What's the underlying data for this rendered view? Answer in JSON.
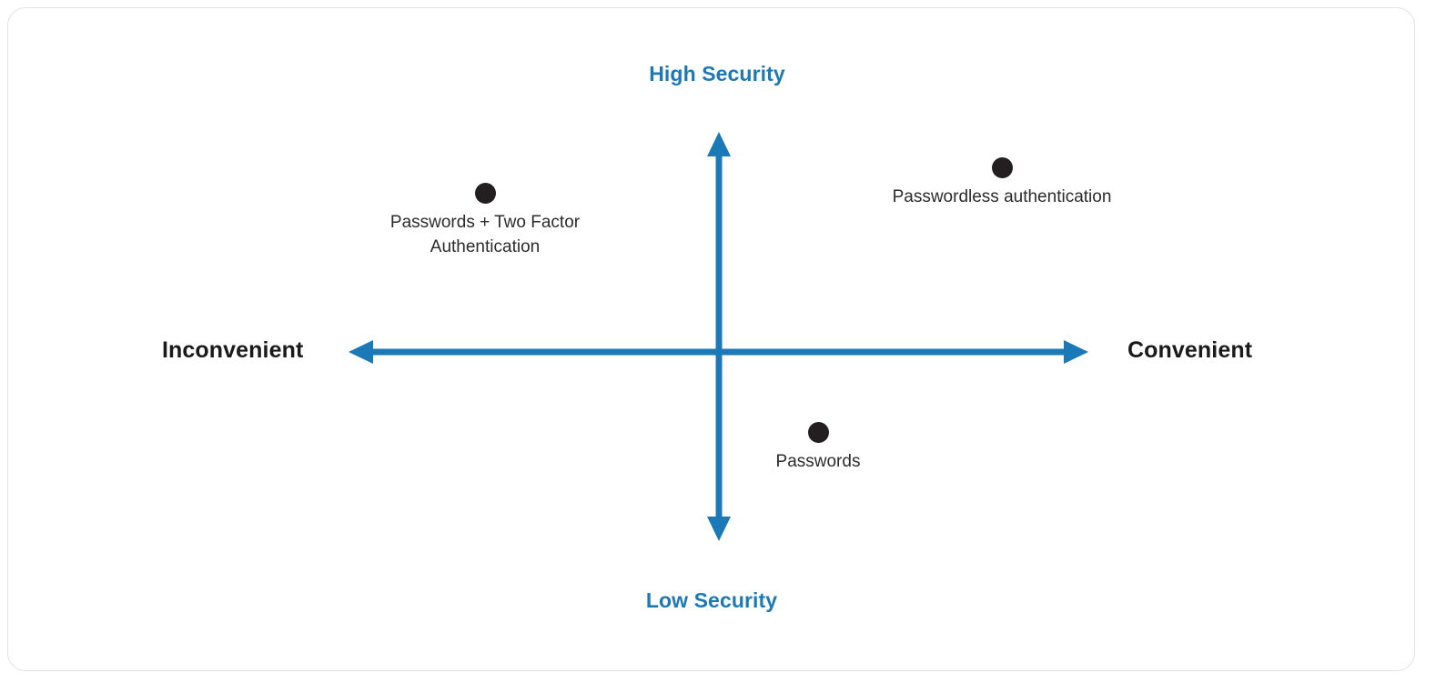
{
  "diagram": {
    "title": "Security vs Convenience quadrant",
    "accent_color": "#1C79B8",
    "point_color": "#231F20",
    "label_color": "#2B2B2B",
    "axis_label_color": "#1A1A1A",
    "border_color": "#e2e2e2",
    "background": "#ffffff"
  },
  "axes": {
    "vertical": {
      "top_label": "High Security",
      "bottom_label": "Low Security"
    },
    "horizontal": {
      "left_label": "Inconvenient",
      "right_label": "Convenient"
    }
  },
  "chart_data": {
    "type": "scatter",
    "title": "",
    "xlabel": "Inconvenient ↔ Convenient",
    "ylabel": "Low Security ↔ High Security",
    "xlim": [
      -1,
      1
    ],
    "ylim": [
      -1,
      1
    ],
    "grid": false,
    "legend": "none",
    "points": [
      {
        "label": "Passwords + Two Factor\nAuthentication",
        "x": -0.64,
        "y": 0.78,
        "quadrant": "high-security / inconvenient"
      },
      {
        "label": "Passwordless authentication",
        "x": 0.76,
        "y": 0.98,
        "quadrant": "high-security / convenient"
      },
      {
        "label": "Passwords",
        "x": 0.27,
        "y": -0.42,
        "quadrant": "low-security / convenient"
      }
    ],
    "annotations": [
      "High Security",
      "Low Security",
      "Inconvenient",
      "Convenient"
    ]
  }
}
